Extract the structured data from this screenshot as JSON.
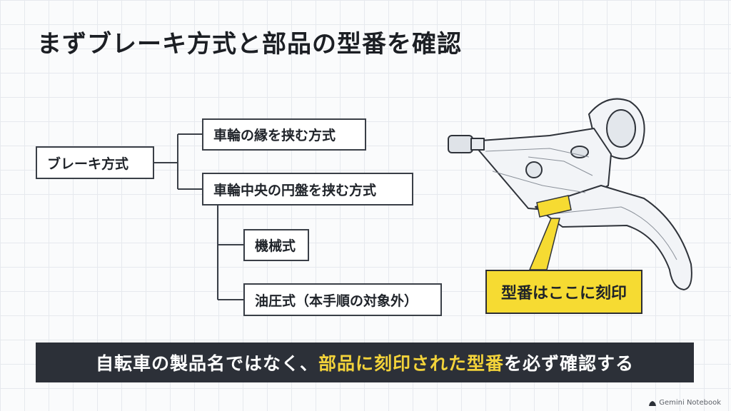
{
  "title": "まずブレーキ方式と部品の型番を確認",
  "tree": {
    "root": "ブレーキ方式",
    "rim": "車輪の縁を挟む方式",
    "disc": "車輪中央の円盤を挟む方式",
    "mechanical": "機械式",
    "hydraulic": "油圧式（本手順の対象外）"
  },
  "callout": "型番はここに刻印",
  "banner": {
    "part1": "自転車の製品名ではなく、",
    "highlight": "部品に刻印された型番",
    "part2": "を必ず確認する"
  },
  "footer": {
    "brand": "Gemini Notebook"
  },
  "colors": {
    "highlight": "#f6db32",
    "banner_bg": "#2c3038",
    "banner_highlight_text": "#f3d33a"
  },
  "icons": {
    "footer_logo": "notebook-logo-icon"
  }
}
